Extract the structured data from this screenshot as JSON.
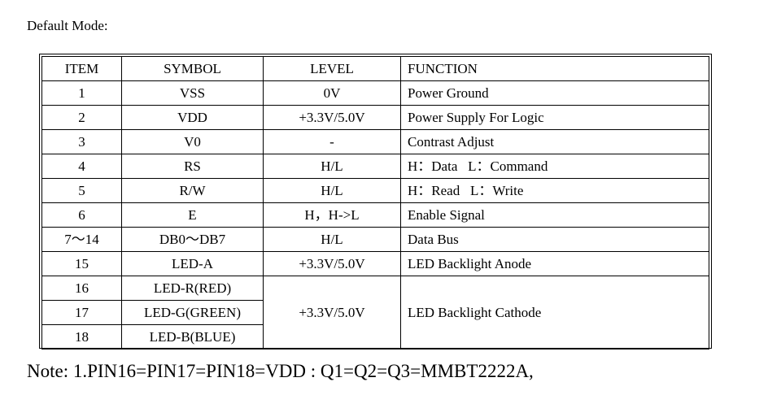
{
  "heading": "Default Mode:",
  "table": {
    "headers": {
      "item": "ITEM",
      "symbol": "SYMBOL",
      "level": "LEVEL",
      "function": "FUNCTION"
    },
    "rows": [
      {
        "item": "1",
        "symbol": "VSS",
        "level": "0V",
        "function": "Power Ground"
      },
      {
        "item": "2",
        "symbol": "VDD",
        "level": "+3.3V/5.0V",
        "function": "Power Supply For Logic"
      },
      {
        "item": "3",
        "symbol": "V0",
        "level": "-",
        "function": "Contrast Adjust"
      },
      {
        "item": "4",
        "symbol": "RS",
        "level": "H/L",
        "function": "H：Data   L：Command"
      },
      {
        "item": "5",
        "symbol": "R/W",
        "level": "H/L",
        "function": "H：Read   L：Write"
      },
      {
        "item": "6",
        "symbol": "E",
        "level": "H，H->L",
        "function": "Enable Signal"
      },
      {
        "item": "7～14",
        "symbol": "DB0～DB7",
        "level": "H/L",
        "function": "Data Bus"
      },
      {
        "item": "15",
        "symbol": "LED-A",
        "level": "+3.3V/5.0V",
        "function": "LED Backlight Anode"
      }
    ],
    "led_group": {
      "level": "+3.3V/5.0V",
      "function": "LED Backlight Cathode",
      "rows": [
        {
          "item": "16",
          "symbol": "LED-R(RED)"
        },
        {
          "item": "17",
          "symbol": "LED-G(GREEN)"
        },
        {
          "item": "18",
          "symbol": "LED-B(BLUE)"
        }
      ]
    }
  },
  "note": "Note: 1.PIN16=PIN17=PIN18=VDD : Q1=Q2=Q3=MMBT2222A,"
}
